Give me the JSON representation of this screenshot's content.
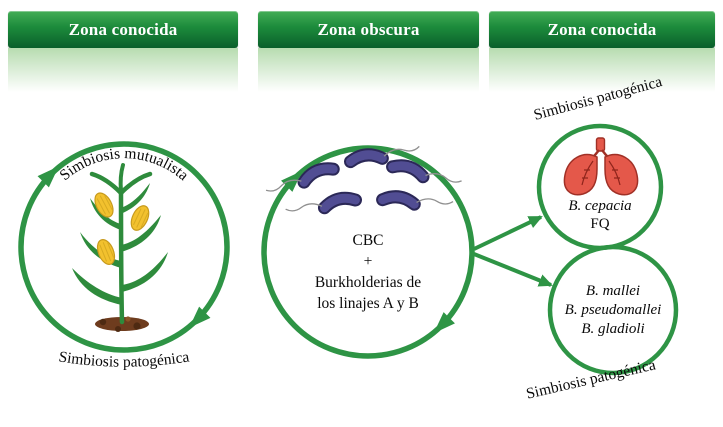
{
  "headers": [
    {
      "label": "Zona conocida"
    },
    {
      "label": "Zona obscura"
    },
    {
      "label": "Zona conocida"
    }
  ],
  "left_cycle": {
    "top_label": "Simbiosis mutualista",
    "bottom_label": "Simbiosis patogénica",
    "illustration": "corn-plant"
  },
  "middle_cycle": {
    "line1": "CBC",
    "line2": "+",
    "line3": "Burkholderias de",
    "line4": "los linajes A y B",
    "illustration": "bacteria-with-flagella"
  },
  "right_top_circle": {
    "rotated_label": "Simbiosis patogénica",
    "species": "B. cepacia",
    "condition": "FQ",
    "illustration": "lungs"
  },
  "right_bottom_circle": {
    "rotated_label": "Simbiosis patogénica",
    "species": [
      "B. mallei",
      "B. pseudomallei",
      "B. gladioli"
    ]
  },
  "colors": {
    "header_green_dark": "#0a5f2b",
    "header_green_light": "#44ad57",
    "ring_green": "#2e9445",
    "bacteria_purple": "#514d93",
    "lungs_red": "#e4584a",
    "corn_yellow": "#f2c12e",
    "soil_brown": "#6e3c1e"
  }
}
